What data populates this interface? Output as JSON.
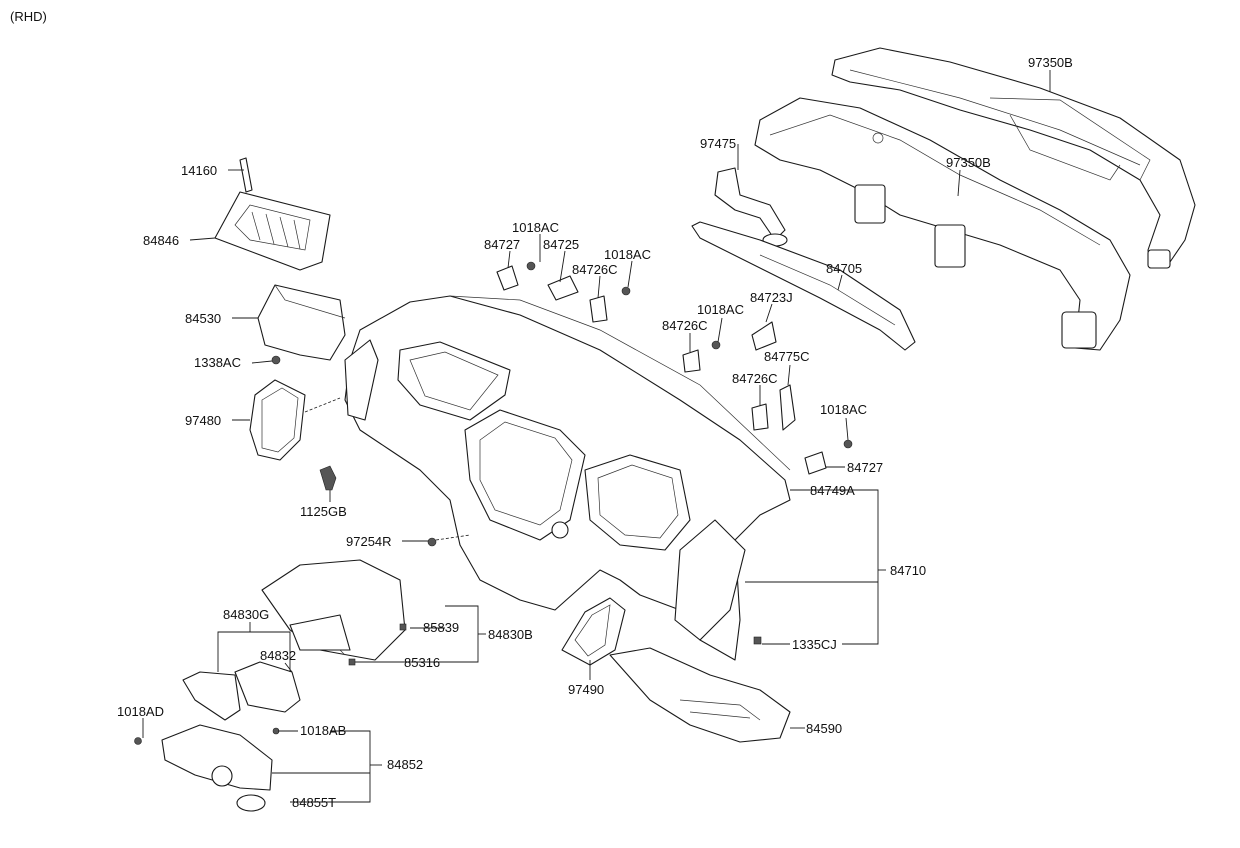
{
  "corner_label": "(RHD)",
  "labels": {
    "l14160": "14160",
    "l84846": "84846",
    "l84530": "84530",
    "l1338AC": "1338AC",
    "l97480": "97480",
    "l1125GB": "1125GB",
    "l97254R": "97254R",
    "l84830G": "84830G",
    "l84832": "84832",
    "l85839": "85839",
    "l85316": "85316",
    "l84830B": "84830B",
    "l1018AD": "1018AD",
    "l1018AB": "1018AB",
    "l84852": "84852",
    "l84855T": "84855T",
    "l97490": "97490",
    "l84590": "84590",
    "l1335CJ": "1335CJ",
    "l84710": "84710",
    "l84749A": "84749A",
    "l84727a": "84727",
    "l1018ACa": "1018AC",
    "l84725": "84725",
    "l1018ACb": "1018AC",
    "l84726Ca": "84726C",
    "l84727b": "84727",
    "l1018ACc": "1018AC",
    "l84723J": "84723J",
    "l1018ACd": "1018AC",
    "l84726Cb": "84726C",
    "l84775C": "84775C",
    "l84726Cc": "84726C",
    "l84705": "84705",
    "l97475": "97475",
    "l97350Ba": "97350B",
    "l97350Bb": "97350B"
  }
}
